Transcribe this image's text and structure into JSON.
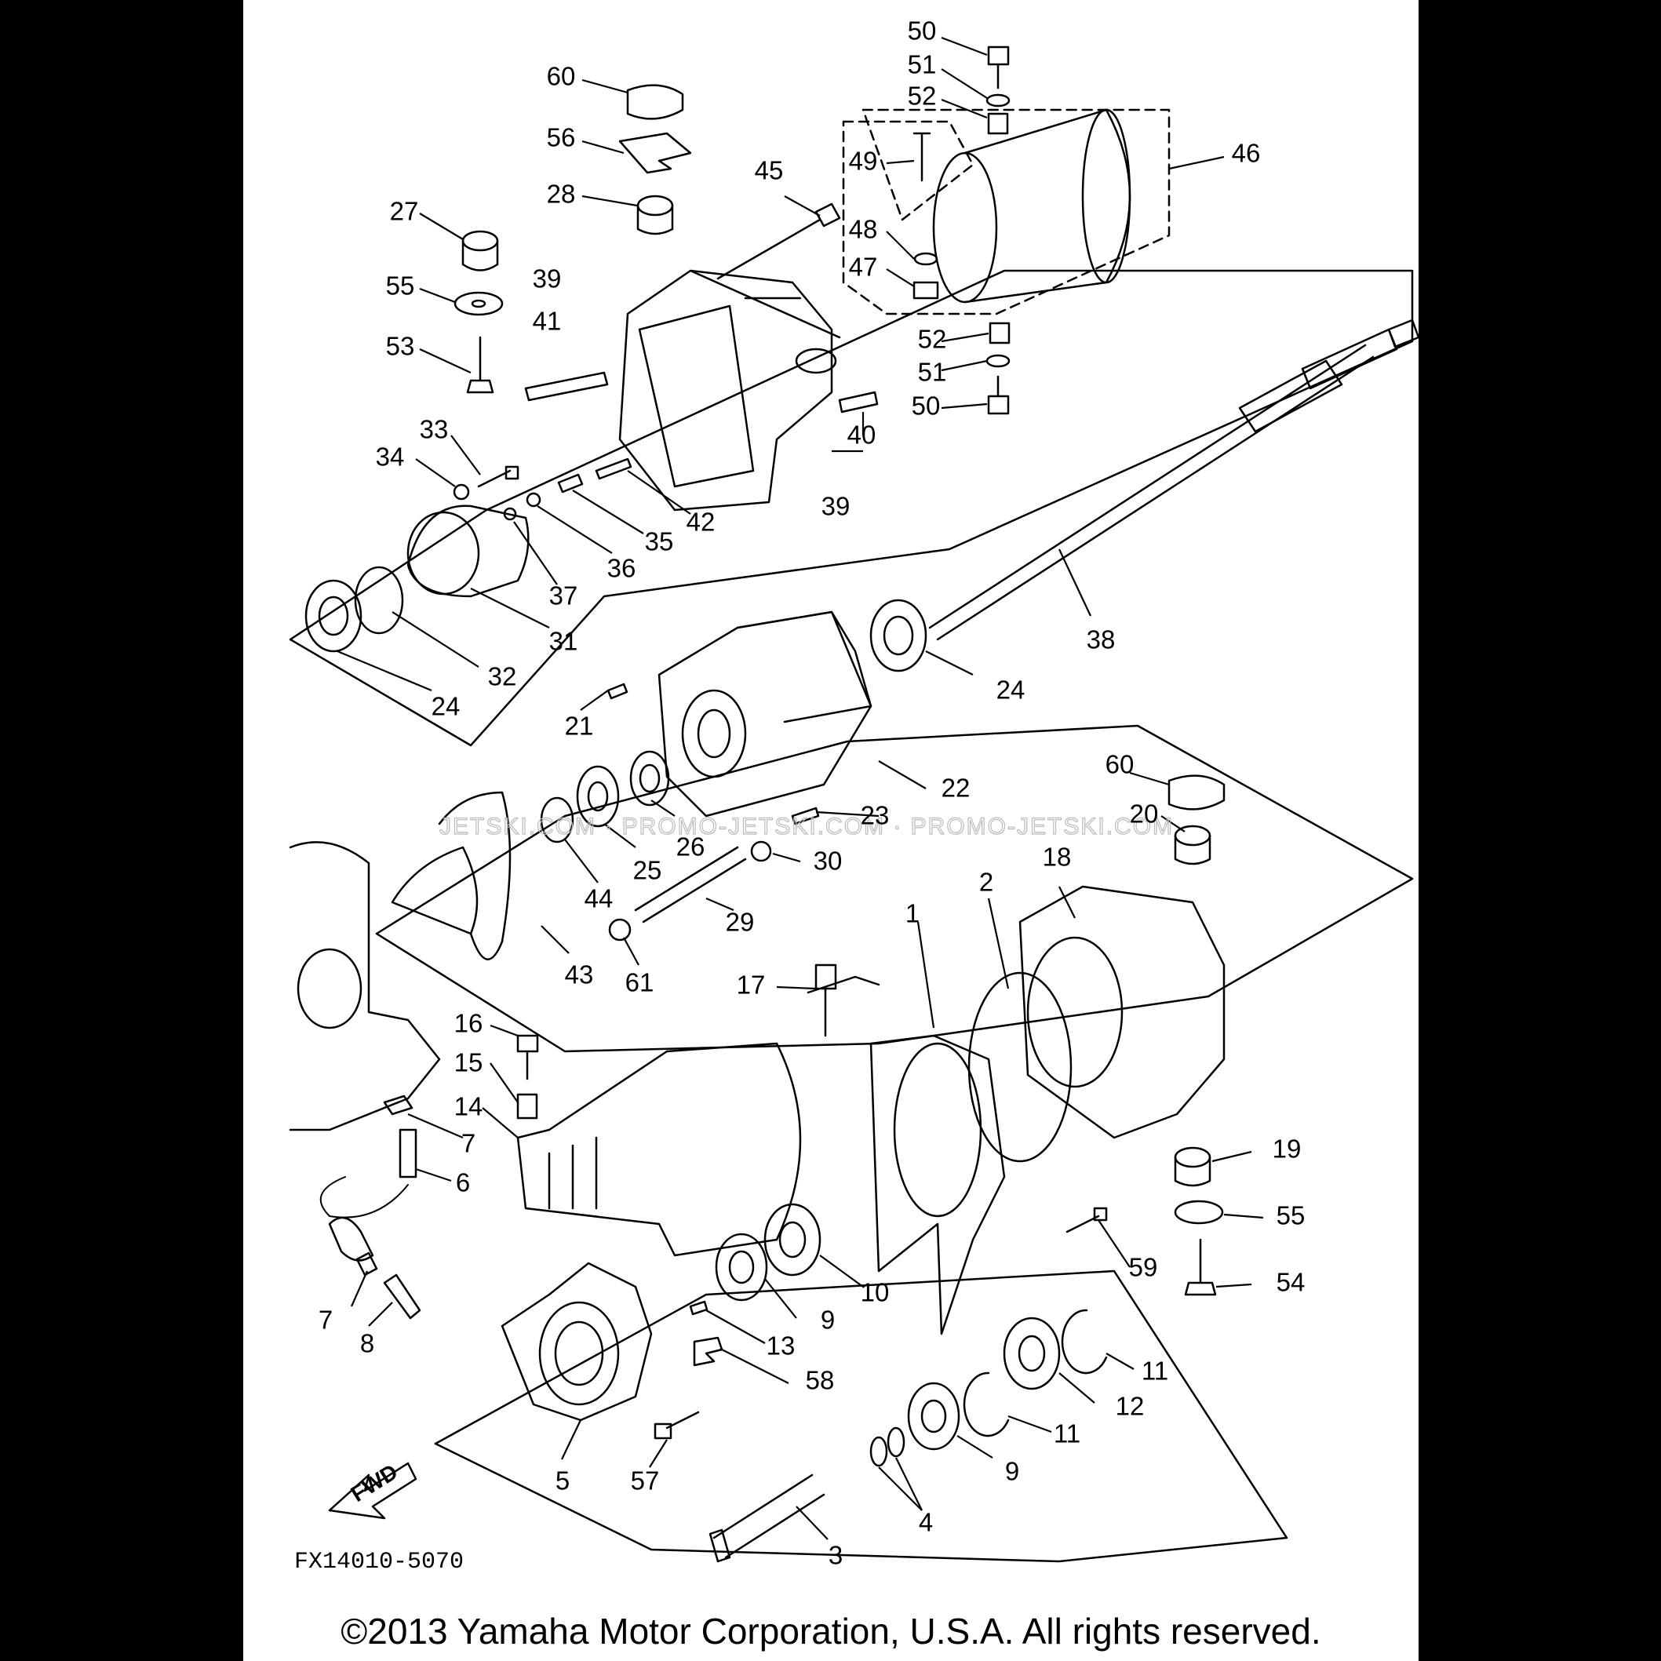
{
  "diagram": {
    "drawing_code": "FX14010-5070",
    "watermark": "JETSKI.COM · PROMO-JETSKI.COM · PROMO-JETSKI.COM",
    "fwd_label": "FWD",
    "copyright": "©2013 Yamaha Motor Corporation, U.S.A. All rights reserved.",
    "callouts": [
      {
        "id": "c50a",
        "text": "50"
      },
      {
        "id": "c51a",
        "text": "51"
      },
      {
        "id": "c52a",
        "text": "52"
      },
      {
        "id": "c60a",
        "text": "60"
      },
      {
        "id": "c56",
        "text": "56"
      },
      {
        "id": "c49",
        "text": "49"
      },
      {
        "id": "c46",
        "text": "46"
      },
      {
        "id": "c45",
        "text": "45"
      },
      {
        "id": "c28",
        "text": "28"
      },
      {
        "id": "c27",
        "text": "27"
      },
      {
        "id": "c48",
        "text": "48"
      },
      {
        "id": "c47",
        "text": "47"
      },
      {
        "id": "c55a",
        "text": "55"
      },
      {
        "id": "c39a",
        "text": "39"
      },
      {
        "id": "c41",
        "text": "41"
      },
      {
        "id": "c52b",
        "text": "52"
      },
      {
        "id": "c53",
        "text": "53"
      },
      {
        "id": "c51b",
        "text": "51"
      },
      {
        "id": "c50b",
        "text": "50"
      },
      {
        "id": "c40",
        "text": "40"
      },
      {
        "id": "c33",
        "text": "33"
      },
      {
        "id": "c34",
        "text": "34"
      },
      {
        "id": "c39b",
        "text": "39"
      },
      {
        "id": "c42",
        "text": "42"
      },
      {
        "id": "c35",
        "text": "35"
      },
      {
        "id": "c36",
        "text": "36"
      },
      {
        "id": "c37",
        "text": "37"
      },
      {
        "id": "c31",
        "text": "31"
      },
      {
        "id": "c38",
        "text": "38"
      },
      {
        "id": "c32",
        "text": "32"
      },
      {
        "id": "c24a",
        "text": "24"
      },
      {
        "id": "c24b",
        "text": "24"
      },
      {
        "id": "c21",
        "text": "21"
      },
      {
        "id": "c22",
        "text": "22"
      },
      {
        "id": "c60b",
        "text": "60"
      },
      {
        "id": "c23",
        "text": "23"
      },
      {
        "id": "c20",
        "text": "20"
      },
      {
        "id": "c26",
        "text": "26"
      },
      {
        "id": "c25",
        "text": "25"
      },
      {
        "id": "c30",
        "text": "30"
      },
      {
        "id": "c44",
        "text": "44"
      },
      {
        "id": "c18",
        "text": "18"
      },
      {
        "id": "c2",
        "text": "2"
      },
      {
        "id": "c29",
        "text": "29"
      },
      {
        "id": "c1",
        "text": "1"
      },
      {
        "id": "c43",
        "text": "43"
      },
      {
        "id": "c61",
        "text": "61"
      },
      {
        "id": "c17",
        "text": "17"
      },
      {
        "id": "c16",
        "text": "16"
      },
      {
        "id": "c15",
        "text": "15"
      },
      {
        "id": "c14",
        "text": "14"
      },
      {
        "id": "c7a",
        "text": "7"
      },
      {
        "id": "c6",
        "text": "6"
      },
      {
        "id": "c19",
        "text": "19"
      },
      {
        "id": "c55b",
        "text": "55"
      },
      {
        "id": "c59",
        "text": "59"
      },
      {
        "id": "c54",
        "text": "54"
      },
      {
        "id": "c10",
        "text": "10"
      },
      {
        "id": "c9a",
        "text": "9"
      },
      {
        "id": "c13",
        "text": "13"
      },
      {
        "id": "c7b",
        "text": "7"
      },
      {
        "id": "c8",
        "text": "8"
      },
      {
        "id": "c58",
        "text": "58"
      },
      {
        "id": "c11a",
        "text": "11"
      },
      {
        "id": "c12",
        "text": "12"
      },
      {
        "id": "c11b",
        "text": "11"
      },
      {
        "id": "c9b",
        "text": "9"
      },
      {
        "id": "c5",
        "text": "5"
      },
      {
        "id": "c57",
        "text": "57"
      },
      {
        "id": "c4",
        "text": "4"
      },
      {
        "id": "c3",
        "text": "3"
      }
    ]
  }
}
